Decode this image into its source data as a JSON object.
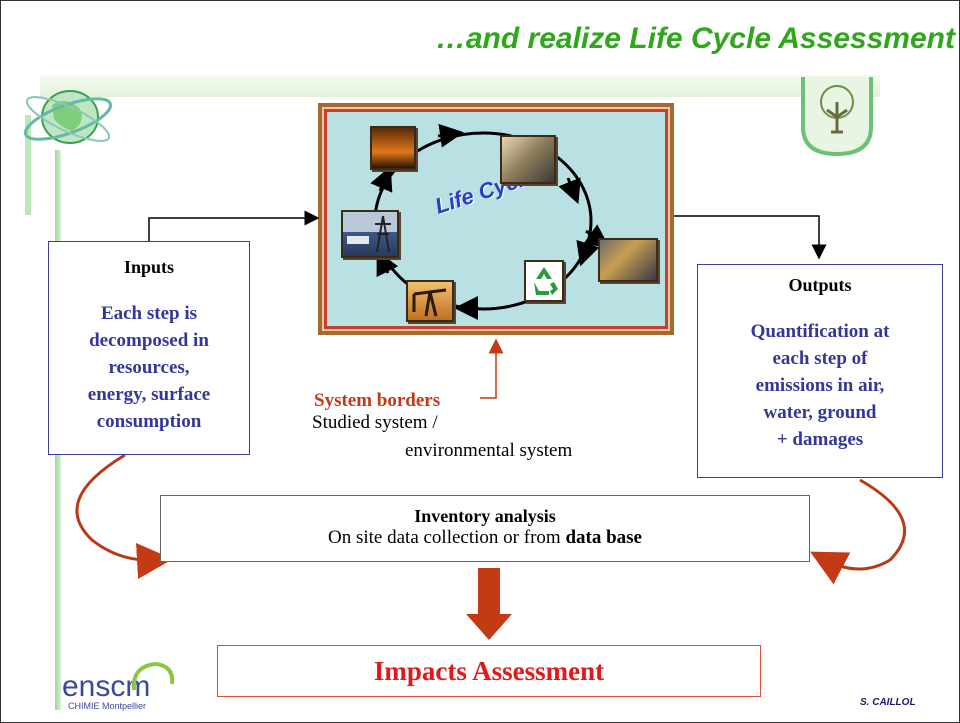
{
  "title": "…and realize Life Cycle Assessment",
  "life_cycle": {
    "label": "Life Cycle"
  },
  "inputs": {
    "title": "Inputs",
    "text_lines": [
      "Each step is",
      "decomposed in",
      "resources,",
      "energy, surface",
      "consumption"
    ]
  },
  "outputs": {
    "title": "Outputs",
    "text_lines": [
      "Quantification at",
      "each step of",
      "emissions in air,",
      "water, ground",
      "+ damages"
    ]
  },
  "system": {
    "borders_label": "System borders",
    "line1": "Studied system /",
    "line2": "environmental system"
  },
  "inventory": {
    "title": "Inventory analysis",
    "text_prefix": "On site data collection or from ",
    "text_bold": "data base"
  },
  "impacts": {
    "label": "Impacts Assessment"
  },
  "logo": {
    "main": "enscm",
    "sub": "CHIMIE Montpellier"
  },
  "author": "S. CAILLOL",
  "colors": {
    "title": "#2ea81a",
    "box_text": "#343799",
    "system_borders": "#c03a1a",
    "impacts": "#e01a1a",
    "arrow": "#c43a14"
  },
  "photos": [
    {
      "name": "factory-photo",
      "subject": "industrial plant at sunset"
    },
    {
      "name": "energy-use-photo",
      "subject": "light bulb and hands"
    },
    {
      "name": "waste-photo",
      "subject": "discarded objects"
    },
    {
      "name": "recycling-photo",
      "subject": "recycling symbol"
    },
    {
      "name": "oil-pump-photo",
      "subject": "oil pump jack"
    },
    {
      "name": "transport-photo",
      "subject": "trucks, ships and power pylon"
    }
  ]
}
